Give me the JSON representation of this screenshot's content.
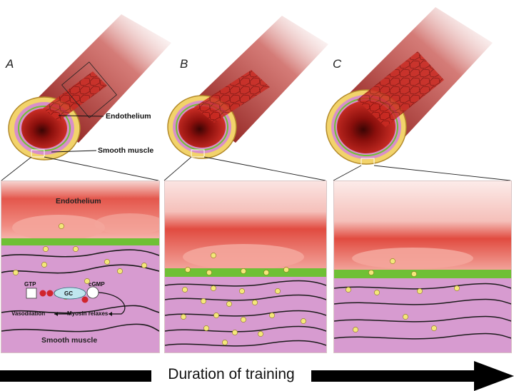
{
  "panels": [
    {
      "letter": "A"
    },
    {
      "letter": "B"
    },
    {
      "letter": "C"
    }
  ],
  "vessel_callouts": {
    "endothelium": "Endothelium",
    "smooth_muscle": "Smooth muscle"
  },
  "detail_a": {
    "endothelium_label": "Endothelium",
    "smooth_muscle_label": "Smooth muscle",
    "gtp": "GTP",
    "gc": "GC",
    "cgmp": "cGMP",
    "vasodilation": "Vasodilation",
    "myosin_relaxes": "Myosin relaxes"
  },
  "footer": {
    "duration_label": "Duration of training"
  },
  "colors": {
    "lumen": "#c0201b",
    "endothelium_pink": "#f0a9a0",
    "basement_green": "#6fc035",
    "smooth_muscle": "#d88fca",
    "adventitia": "#f2d36b",
    "arrow": "#000000",
    "no_molecule": "#f4e77a"
  }
}
